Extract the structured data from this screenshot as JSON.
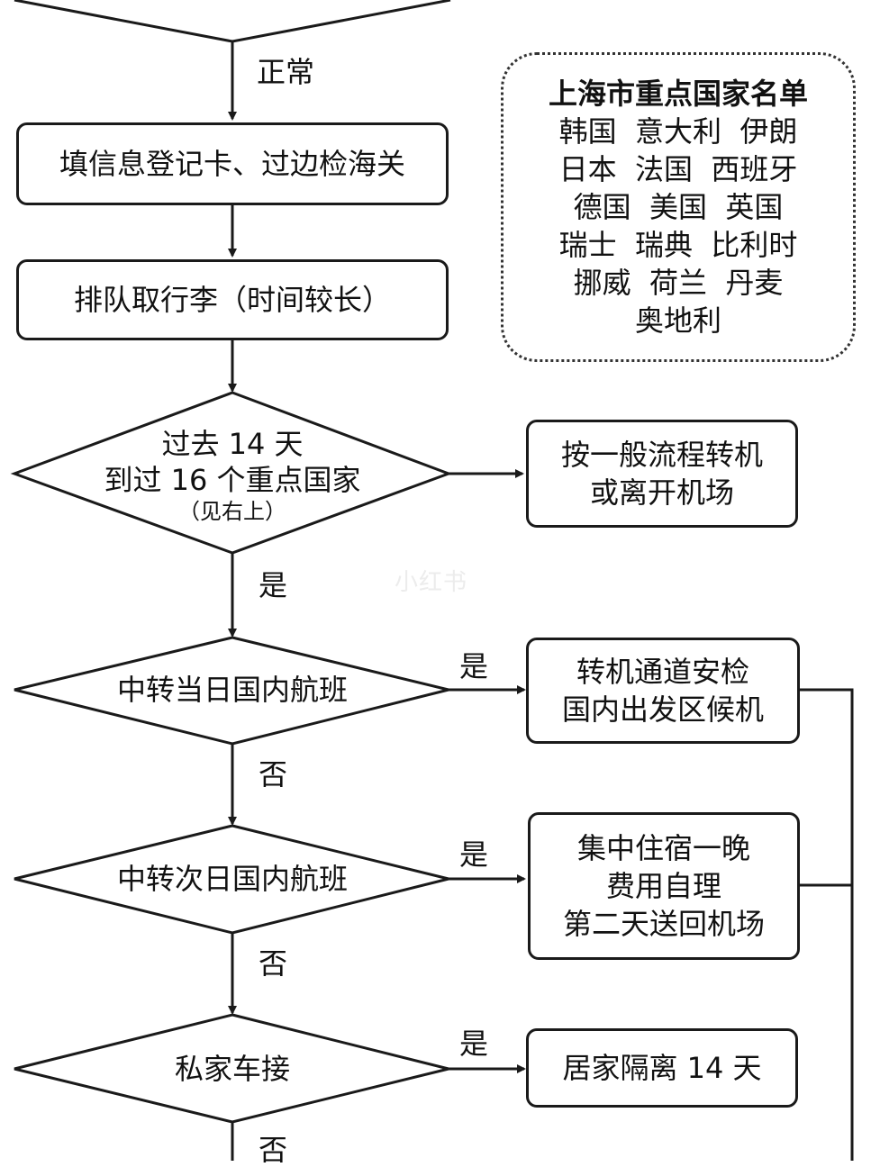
{
  "edge_labels": {
    "normal": "正常",
    "yes_visited": "是",
    "yes_same_day": "是",
    "no_same_day": "否",
    "yes_next_day": "是",
    "no_next_day": "否",
    "yes_private": "是",
    "no_private": "否"
  },
  "steps": {
    "fill_card": "填信息登记卡、过边检海关",
    "luggage": "排队取行李（时间较长）"
  },
  "decisions": {
    "visited_line1": "过去 14 天",
    "visited_line2": "到过 16 个重点国家",
    "visited_note": "（见右上）",
    "same_day": "中转当日国内航班",
    "next_day": "中转次日国内航班",
    "private_car": "私家车接"
  },
  "outcomes": {
    "normal_transfer_line1": "按一般流程转机",
    "normal_transfer_line2": "或离开机场",
    "same_day_line1": "转机通道安检",
    "same_day_line2": "国内出发区候机",
    "next_day_line1": "集中住宿一晚",
    "next_day_line2": "费用自理",
    "next_day_line3": "第二天送回机场",
    "home_quarantine": "居家隔离 14 天"
  },
  "country_list": {
    "title": "上海市重点国家名单",
    "rows": [
      "韩国  意大利  伊朗",
      "日本  法国  西班牙",
      "德国  美国  英国",
      "瑞士  瑞典  比利时",
      "挪威  荷兰  丹麦",
      "奥地利"
    ]
  },
  "watermark": "小红书",
  "colors": {
    "line": "#1a1a1a",
    "background": "#ffffff"
  }
}
